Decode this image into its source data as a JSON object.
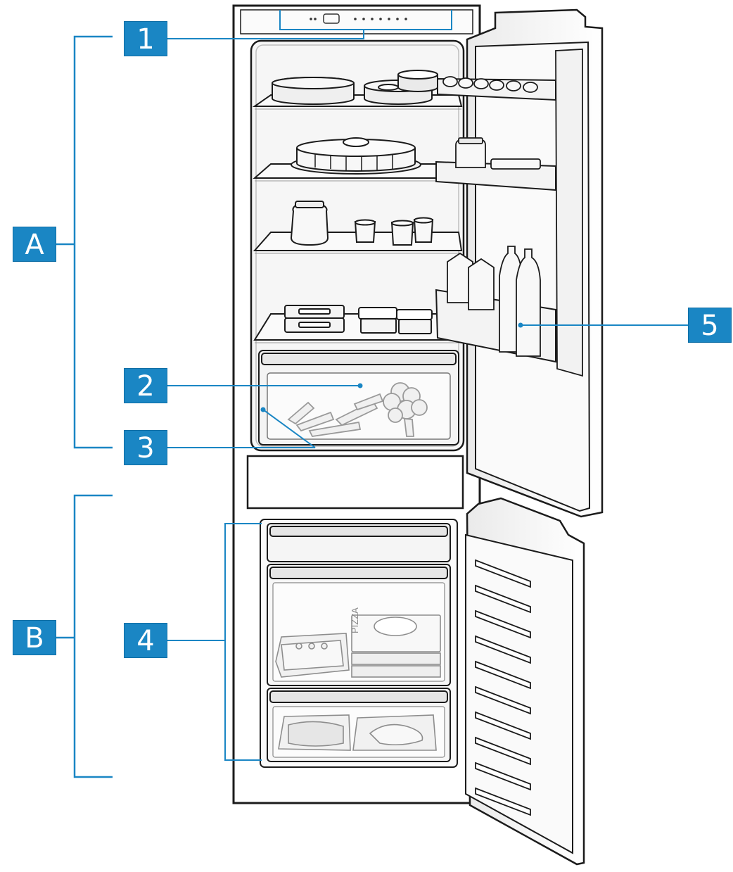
{
  "diagram": {
    "labels": {
      "section_a": "A",
      "section_b": "B",
      "c1": "1",
      "c2": "2",
      "c3": "3",
      "c4": "4",
      "c5": "5"
    },
    "pizza_box_text": "PIZZA",
    "colors": {
      "callout_fill": "#1a86c4",
      "leader_line": "#1a86c4",
      "outline": "#1b1b1b",
      "panel": "#f4f4f4"
    }
  }
}
